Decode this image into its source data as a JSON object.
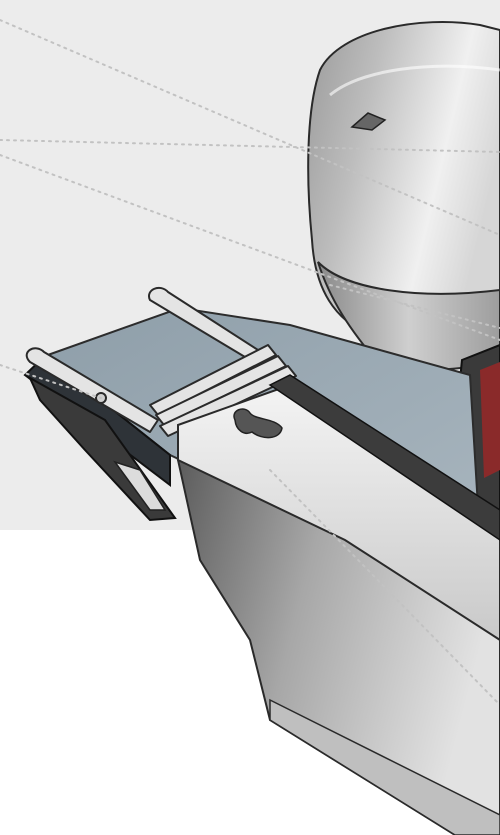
{
  "diagram": {
    "subject": "outboard-boat-stern-with-swim-platform-and-ladder",
    "colors": {
      "panel": "#ececec",
      "leader": "#c2c2c2",
      "engine_light": "#e6e6e6",
      "engine_dark": "#8f8f8f",
      "platform": "#93a2ad",
      "platform_edge": "#7d8c97",
      "hull_light": "#d2d2d2",
      "hull_dark": "#6a6a6a",
      "gunwale": "#dedede",
      "rub_rail": "#3c3c3c",
      "bracket": "#444444",
      "ladder": "#e4e4e4",
      "accent_red": "#b33a3a"
    },
    "callouts": [
      {
        "id": "callout-1",
        "target": "engine-cowling"
      },
      {
        "id": "callout-2",
        "target": "engine-cowling-center"
      },
      {
        "id": "callout-3",
        "target": "engine-midsection"
      },
      {
        "id": "callout-4",
        "target": "transom-rail"
      },
      {
        "id": "callout-5",
        "target": "swim-ladder"
      },
      {
        "id": "callout-6",
        "target": "hull-side"
      }
    ]
  }
}
